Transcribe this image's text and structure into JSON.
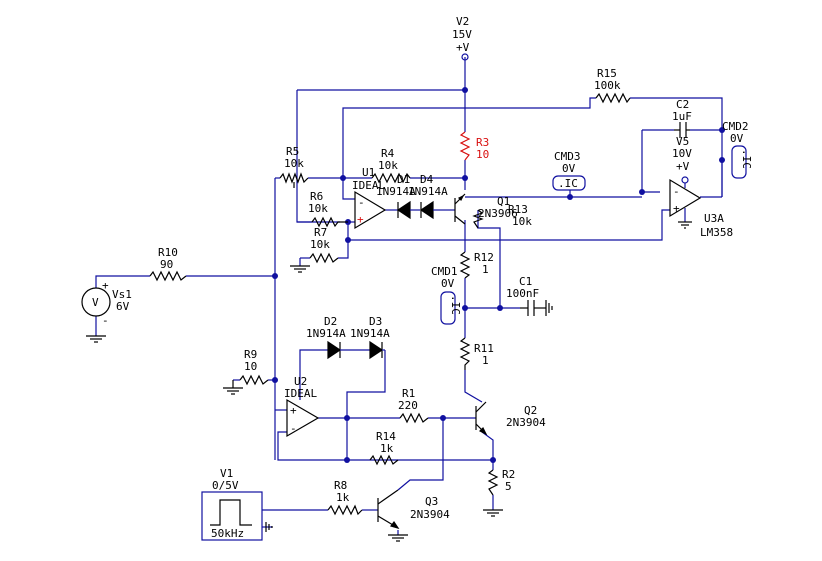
{
  "components": {
    "V2": {
      "ref": "V2",
      "value": "15V",
      "pin": "+V"
    },
    "V5": {
      "ref": "V5",
      "value": "10V",
      "pin": "+V"
    },
    "R15": {
      "ref": "R15",
      "value": "100k"
    },
    "C2": {
      "ref": "C2",
      "value": "1uF"
    },
    "CMD2": {
      "ref": "CMD2",
      "value": "0V",
      "tag": ".IC"
    },
    "CMD3": {
      "ref": "CMD3",
      "value": "0V",
      "tag": ".IC"
    },
    "CMD1": {
      "ref": "CMD1",
      "value": "0V",
      "tag": ".IC"
    },
    "R3": {
      "ref": "R3",
      "value": "10"
    },
    "R4": {
      "ref": "R4",
      "value": "10k"
    },
    "R5": {
      "ref": "R5",
      "value": "10k"
    },
    "R6": {
      "ref": "R6",
      "value": "10k"
    },
    "R7": {
      "ref": "R7",
      "value": "10k"
    },
    "U1": {
      "ref": "U1",
      "value": "IDEAL"
    },
    "D1": {
      "ref": "D1",
      "value": "1N914A"
    },
    "D4": {
      "ref": "D4",
      "value": "1N914A"
    },
    "Q1": {
      "ref": "Q1",
      "value": "2N3906"
    },
    "R13": {
      "ref": "R13",
      "value": "10k"
    },
    "U3A": {
      "ref": "U3A",
      "value": "LM358"
    },
    "R10": {
      "ref": "R10",
      "value": "90"
    },
    "Vs1": {
      "ref": "Vs1",
      "value": "6V",
      "symbol": "V"
    },
    "R12": {
      "ref": "R12",
      "value": "1"
    },
    "C1": {
      "ref": "C1",
      "value": "100nF"
    },
    "D2": {
      "ref": "D2",
      "value": "1N914A"
    },
    "D3": {
      "ref": "D3",
      "value": "1N914A"
    },
    "R9": {
      "ref": "R9",
      "value": "10"
    },
    "U2": {
      "ref": "U2",
      "value": "IDEAL"
    },
    "R11": {
      "ref": "R11",
      "value": "1"
    },
    "R1": {
      "ref": "R1",
      "value": "220"
    },
    "Q2": {
      "ref": "Q2",
      "value": "2N3904"
    },
    "R14": {
      "ref": "R14",
      "value": "1k"
    },
    "R2": {
      "ref": "R2",
      "value": "5"
    },
    "V1": {
      "ref": "V1",
      "value": "0/5V",
      "freq": "50kHz"
    },
    "R8": {
      "ref": "R8",
      "value": "1k"
    },
    "Q3": {
      "ref": "Q3",
      "value": "2N3904"
    }
  },
  "pin_marks": {
    "plus": "+",
    "minus": "-"
  },
  "colors": {
    "wire": "#1010a0",
    "part": "#000000",
    "highlight": "#d81010",
    "background": "#ffffff"
  }
}
